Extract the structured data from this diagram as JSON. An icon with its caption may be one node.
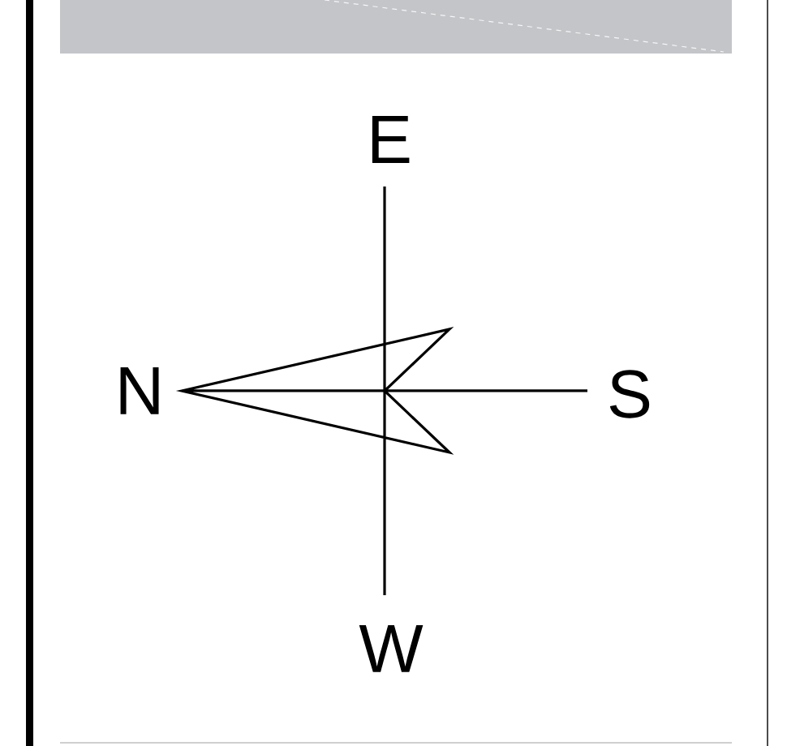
{
  "diagram": {
    "labels": [
      "E",
      "N",
      "S",
      "W"
    ]
  }
}
